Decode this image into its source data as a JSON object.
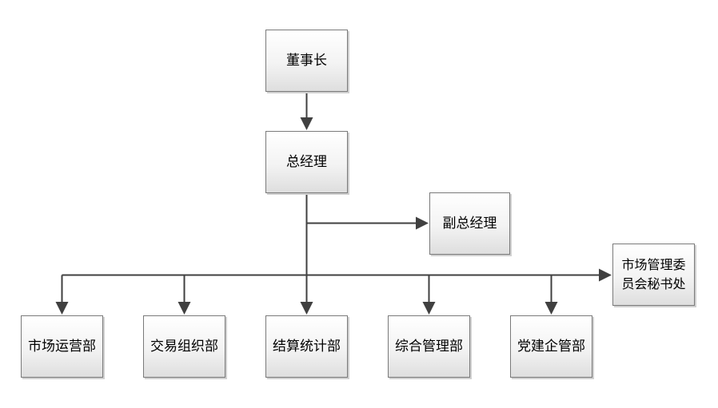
{
  "nodes": {
    "chairman": "董事长",
    "general_manager": "总经理",
    "deputy_general_manager": "副总经理",
    "secretariat": "市场管理委\n员会秘书处",
    "market_operations": "市场运营部",
    "trade_organization": "交易组织部",
    "settlement_statistics": "结算统计部",
    "general_management": "综合管理部",
    "party_building": "党建企管部"
  },
  "colors": {
    "connector": "#404040",
    "border": "#7a7a7a"
  }
}
